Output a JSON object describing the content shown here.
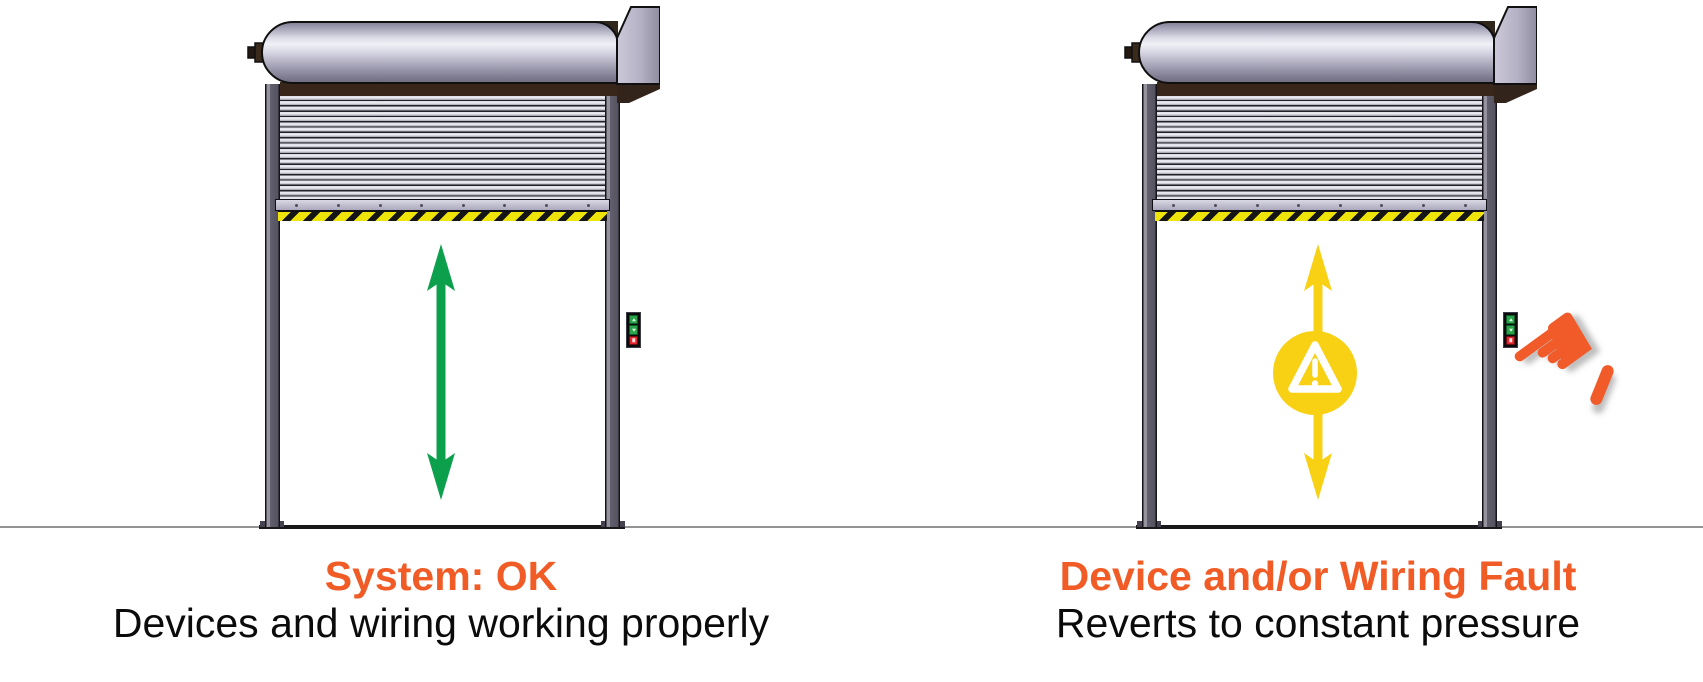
{
  "left_panel": {
    "heading": "System: OK",
    "subheading": "Devices and wiring working properly",
    "arrow_icon": "green-vertical-double-arrow",
    "arrow_color": "#0ca04c"
  },
  "right_panel": {
    "heading": "Device and/or Wiring Fault",
    "subheading": "Reverts to constant pressure",
    "arrow_icon": "yellow-vertical-double-arrow",
    "arrow_color": "#f8d115",
    "warning_icon": "warning-triangle-badge",
    "warning_badge_color": "#f8d115",
    "hand_icon": "pointing-hand",
    "hand_glyph": "☚",
    "hand_color": "#f15a29"
  },
  "styles": {
    "heading_color": "#f15b25",
    "hazard_stripe_yellow": "#efe409",
    "control_up_color": "#2ca24b",
    "control_down_color": "#2ca24b",
    "control_stop_color": "#e0262e"
  }
}
